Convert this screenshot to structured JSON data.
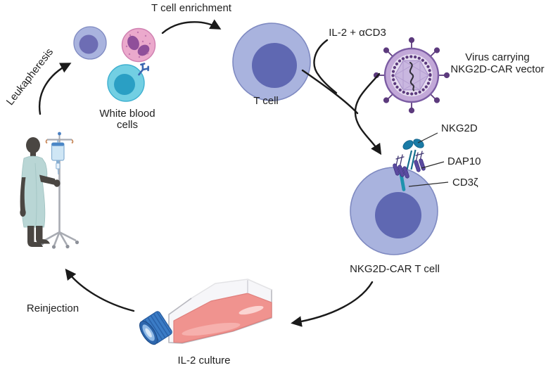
{
  "figure": {
    "labels": {
      "leukapheresis": "Leukapheresis",
      "t_cell_enrichment": "T cell enrichment",
      "white_blood_cells_line1": "White blood",
      "white_blood_cells_line2": "cells",
      "t_cell": "T cell",
      "il2_acd3": "IL-2 + αCD3",
      "virus_line1": "Virus carrying",
      "virus_line2": "NKG2D-CAR vector",
      "nkg2d": "NKG2D",
      "dap10": "DAP10",
      "cd3zeta": "CD3ζ",
      "car_t_cell": "NKG2D-CAR T cell",
      "il2_culture": "IL-2 culture",
      "reinjection": "Reinjection"
    },
    "colors": {
      "background": "#ffffff",
      "text": "#1f1f1f",
      "arrow": "#1a1a1a",
      "t_cell_body": "#a9b3de",
      "t_cell_border": "#7f8ac1",
      "t_cell_nucleus": "#5f68b2",
      "lymphocyte_nucleus": "#6d6db4",
      "neutrophil_body": "#eba9cc",
      "neutrophil_border": "#cf7fb0",
      "neutrophil_nucleus": "#8f4f9a",
      "cyan_cell_body": "#72cfe3",
      "cyan_cell_border": "#3fb0d0",
      "cyan_cell_nucleus": "#2a9fc4",
      "virus_outer_ring": "#c2a8d8",
      "virus_border": "#7b5ca3",
      "virus_inner": "#e6ddf0",
      "virus_capsid": "#c9b7e0",
      "virus_dots": "#5c3a7d",
      "receptor_teal": "#1a7ba6",
      "receptor_purple": "#5b4aa0",
      "flask_media_pink": "#f0938f",
      "flask_cap_blue": "#3b7cc6",
      "gown_green": "#b9d6d5",
      "skin_dark": "#4a4642",
      "iv_pole_gray": "#a8abb2",
      "iv_bag_blue": "#cfe6f5"
    }
  }
}
